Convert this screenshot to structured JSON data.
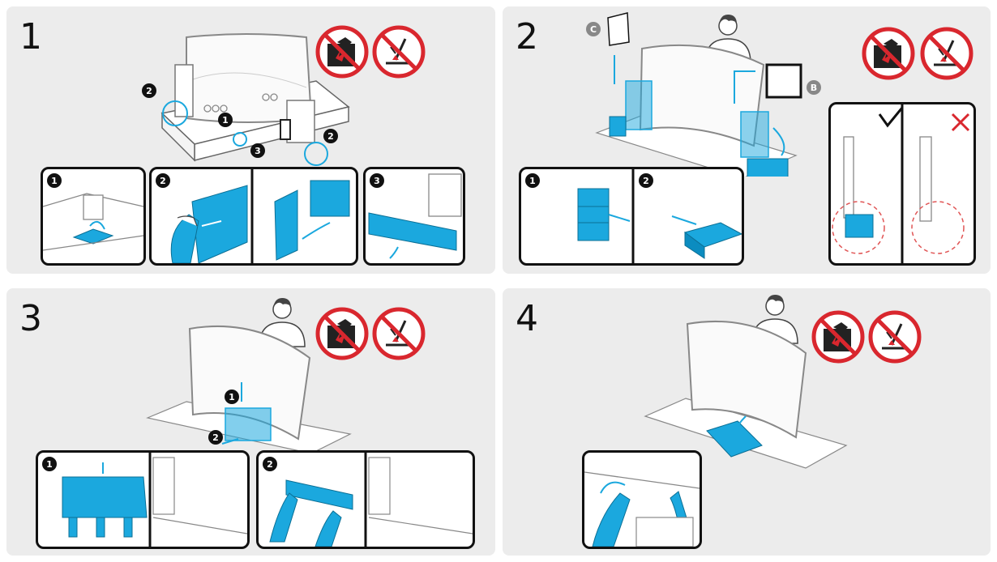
{
  "steps": [
    {
      "number": "1",
      "badges": [
        "1",
        "2",
        "3",
        "2"
      ],
      "callouts": [
        "1",
        "2",
        "3"
      ]
    },
    {
      "number": "2",
      "part_labels": [
        "C",
        "B"
      ],
      "callouts": [
        "1",
        "2"
      ]
    },
    {
      "number": "3",
      "badges": [
        "1",
        "2"
      ],
      "callouts": [
        "1",
        "2"
      ]
    },
    {
      "number": "4"
    }
  ],
  "colors": {
    "accent": "#1ba8de",
    "panel": "#ececec",
    "warning": "#d9272e",
    "dashed_circle": "#e05555"
  },
  "icons": [
    "no-cutter-icon",
    "no-sharp-tool-icon",
    "checkmark-icon",
    "cross-icon",
    "person-icon",
    "arrow-icon"
  ]
}
